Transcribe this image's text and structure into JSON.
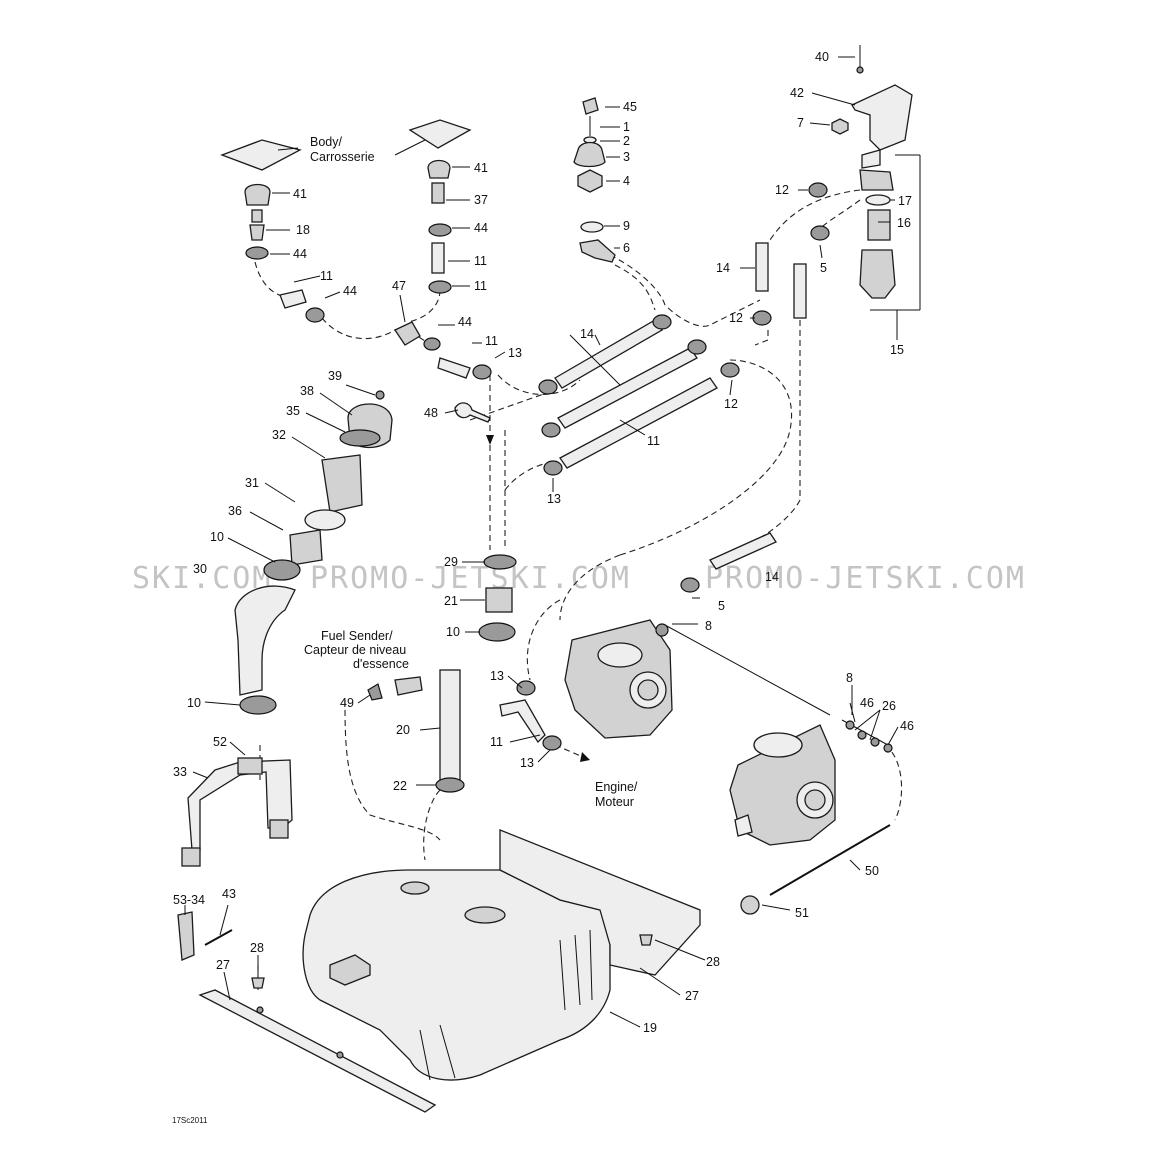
{
  "watermark": {
    "left": "SKI.COM",
    "center": "PROMO-JETSKI.COM",
    "right": "PROMO-JETSKI.COM"
  },
  "figure_code": "17Sc2011",
  "notes": {
    "body_1": "Body/",
    "body_2": "Carrosserie",
    "fuel_sender_1": "Fuel Sender/",
    "fuel_sender_2": "Capteur de niveau",
    "fuel_sender_3": "d'essence",
    "engine_1": "Engine/",
    "engine_2": "Moteur"
  },
  "callouts": [
    "40",
    "42",
    "7",
    "45",
    "1",
    "2",
    "3",
    "4",
    "41",
    "41",
    "18",
    "37",
    "44",
    "44",
    "11",
    "11",
    "9",
    "6",
    "12",
    "17",
    "16",
    "14",
    "5",
    "12",
    "44",
    "11",
    "47",
    "44",
    "11",
    "13",
    "14",
    "15",
    "12",
    "11",
    "39",
    "38",
    "35",
    "32",
    "48",
    "31",
    "36",
    "10",
    "13",
    "30",
    "29",
    "21",
    "10",
    "14",
    "5",
    "8",
    "13",
    "11",
    "13",
    "8",
    "46",
    "26",
    "46",
    "10",
    "52",
    "33",
    "49",
    "20",
    "22",
    "50",
    "51",
    "53-34",
    "43",
    "28",
    "27",
    "28",
    "27",
    "19"
  ]
}
